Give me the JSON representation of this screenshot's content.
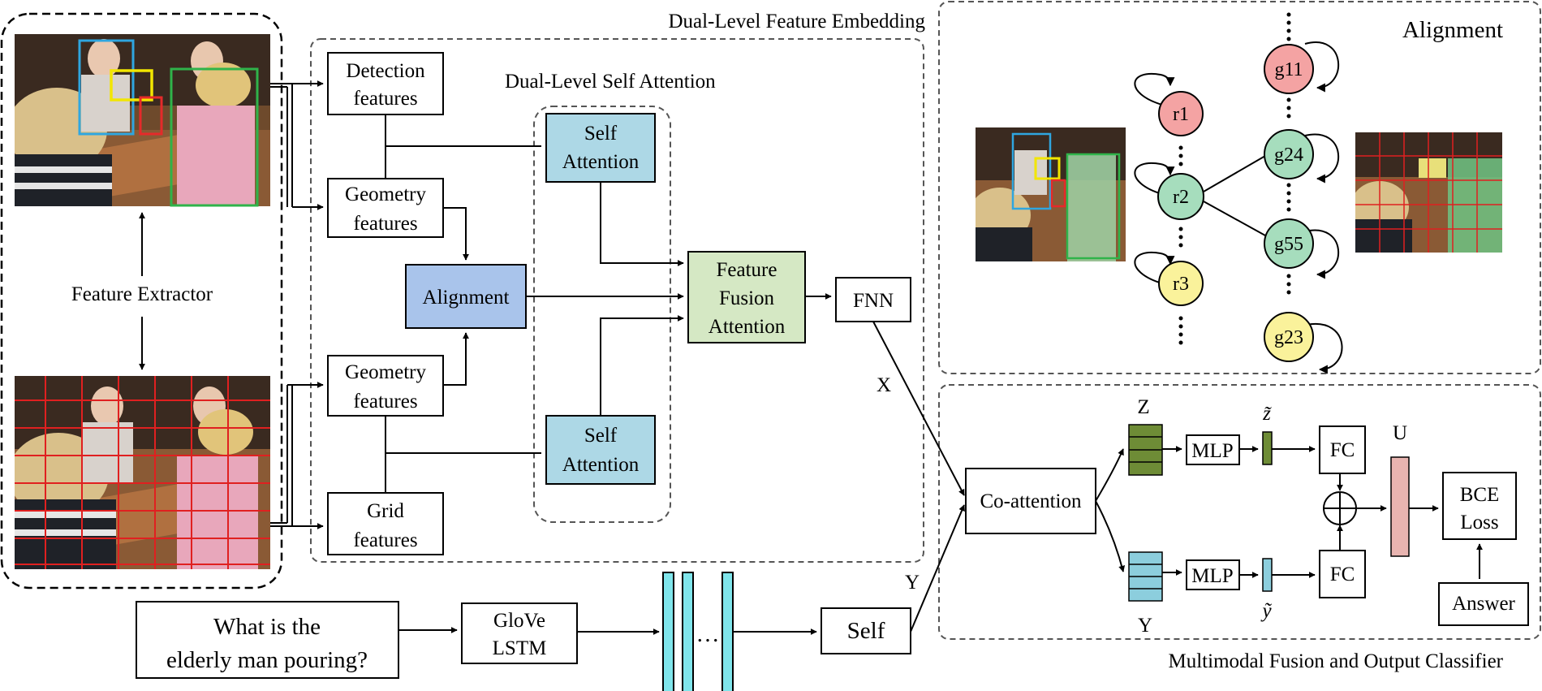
{
  "sections": {
    "embedding_title": "Dual-Level Feature Embedding",
    "self_attention_title": "Dual-Level Self Attention",
    "alignment_title": "Alignment",
    "fusion_title": "Multimodal Fusion and Output Classifier"
  },
  "extractor": {
    "label": "Feature Extractor"
  },
  "boxes": {
    "detection": [
      "Detection",
      "features"
    ],
    "geometry_top": [
      "Geometry",
      "features"
    ],
    "geometry_bottom": [
      "Geometry",
      "features"
    ],
    "grid": [
      "Grid",
      "features"
    ],
    "self_attention_top": [
      "Self",
      "Attention"
    ],
    "self_attention_bottom": [
      "Self",
      "Attention"
    ],
    "alignment": "Alignment",
    "feature_fusion": [
      "Feature",
      "Fusion",
      "Attention"
    ],
    "fnn": "FNN"
  },
  "question": [
    "What is the",
    "elderly man pouring?"
  ],
  "glove": [
    "GloVe",
    "LSTM"
  ],
  "ellipsis": "…",
  "self_box": "Self",
  "edge_labels": {
    "x": "X",
    "y": "Y"
  },
  "graph_nodes": {
    "r1": "r1",
    "r2": "r2",
    "r3": "r3",
    "g11": "g11",
    "g24": "g24",
    "g55": "g55",
    "g23": "g23"
  },
  "fusion": {
    "coattention": "Co-attention",
    "z_label": "Z",
    "y_label": "Y",
    "mlp_top": "MLP",
    "mlp_bottom": "MLP",
    "z_tilde": "z̃",
    "y_tilde": "ỹ",
    "fc_top": "FC",
    "fc_bottom": "FC",
    "u_label": "U",
    "bce": [
      "BCE",
      "Loss"
    ],
    "answer": "Answer"
  },
  "colors": {
    "self_attention": "#ADD8E6",
    "alignment": "#A9C4EB",
    "feature_fusion": "#D5E8C4",
    "lstm_bars": "#7FE5EB",
    "z_vector": "#6E8C36",
    "y_vector": "#8CCEDD",
    "u_vector": "#E8B4B0",
    "node_red": "#F4A3A3",
    "node_green": "#A6DDBD",
    "node_yellow": "#FAF29B",
    "bbox_blue": "#2FA6E0",
    "bbox_yellow": "#F2E600",
    "bbox_red": "#E52A2A",
    "bbox_green": "#2FB34A",
    "grid_red": "#E02020"
  }
}
